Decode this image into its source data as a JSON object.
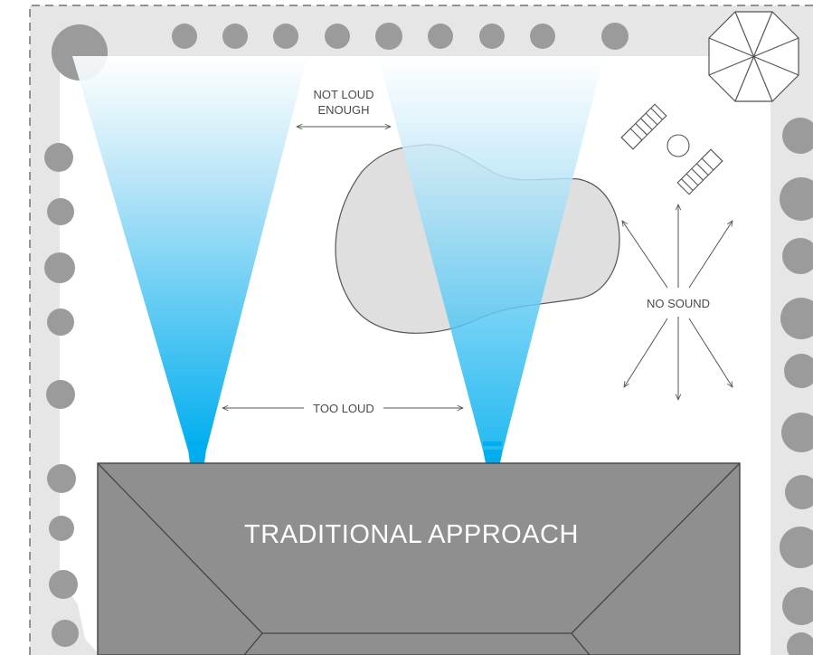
{
  "diagram": {
    "house_title": "TRADITIONAL APPROACH",
    "annotations": {
      "not_loud_line1": "NOT LOUD",
      "not_loud_line2": "ENOUGH",
      "too_loud": "TOO LOUD",
      "no_sound": "NO SOUND"
    },
    "colors": {
      "yard_border": "#e5e5e5",
      "lawn": "#ffffff",
      "shrub": "#9b9b9b",
      "house": "#8f8f8f",
      "pool": "#e4e4e4",
      "beam_top": "#e3f3fb",
      "beam_bottom": "#00aeef",
      "line": "#555555"
    }
  }
}
